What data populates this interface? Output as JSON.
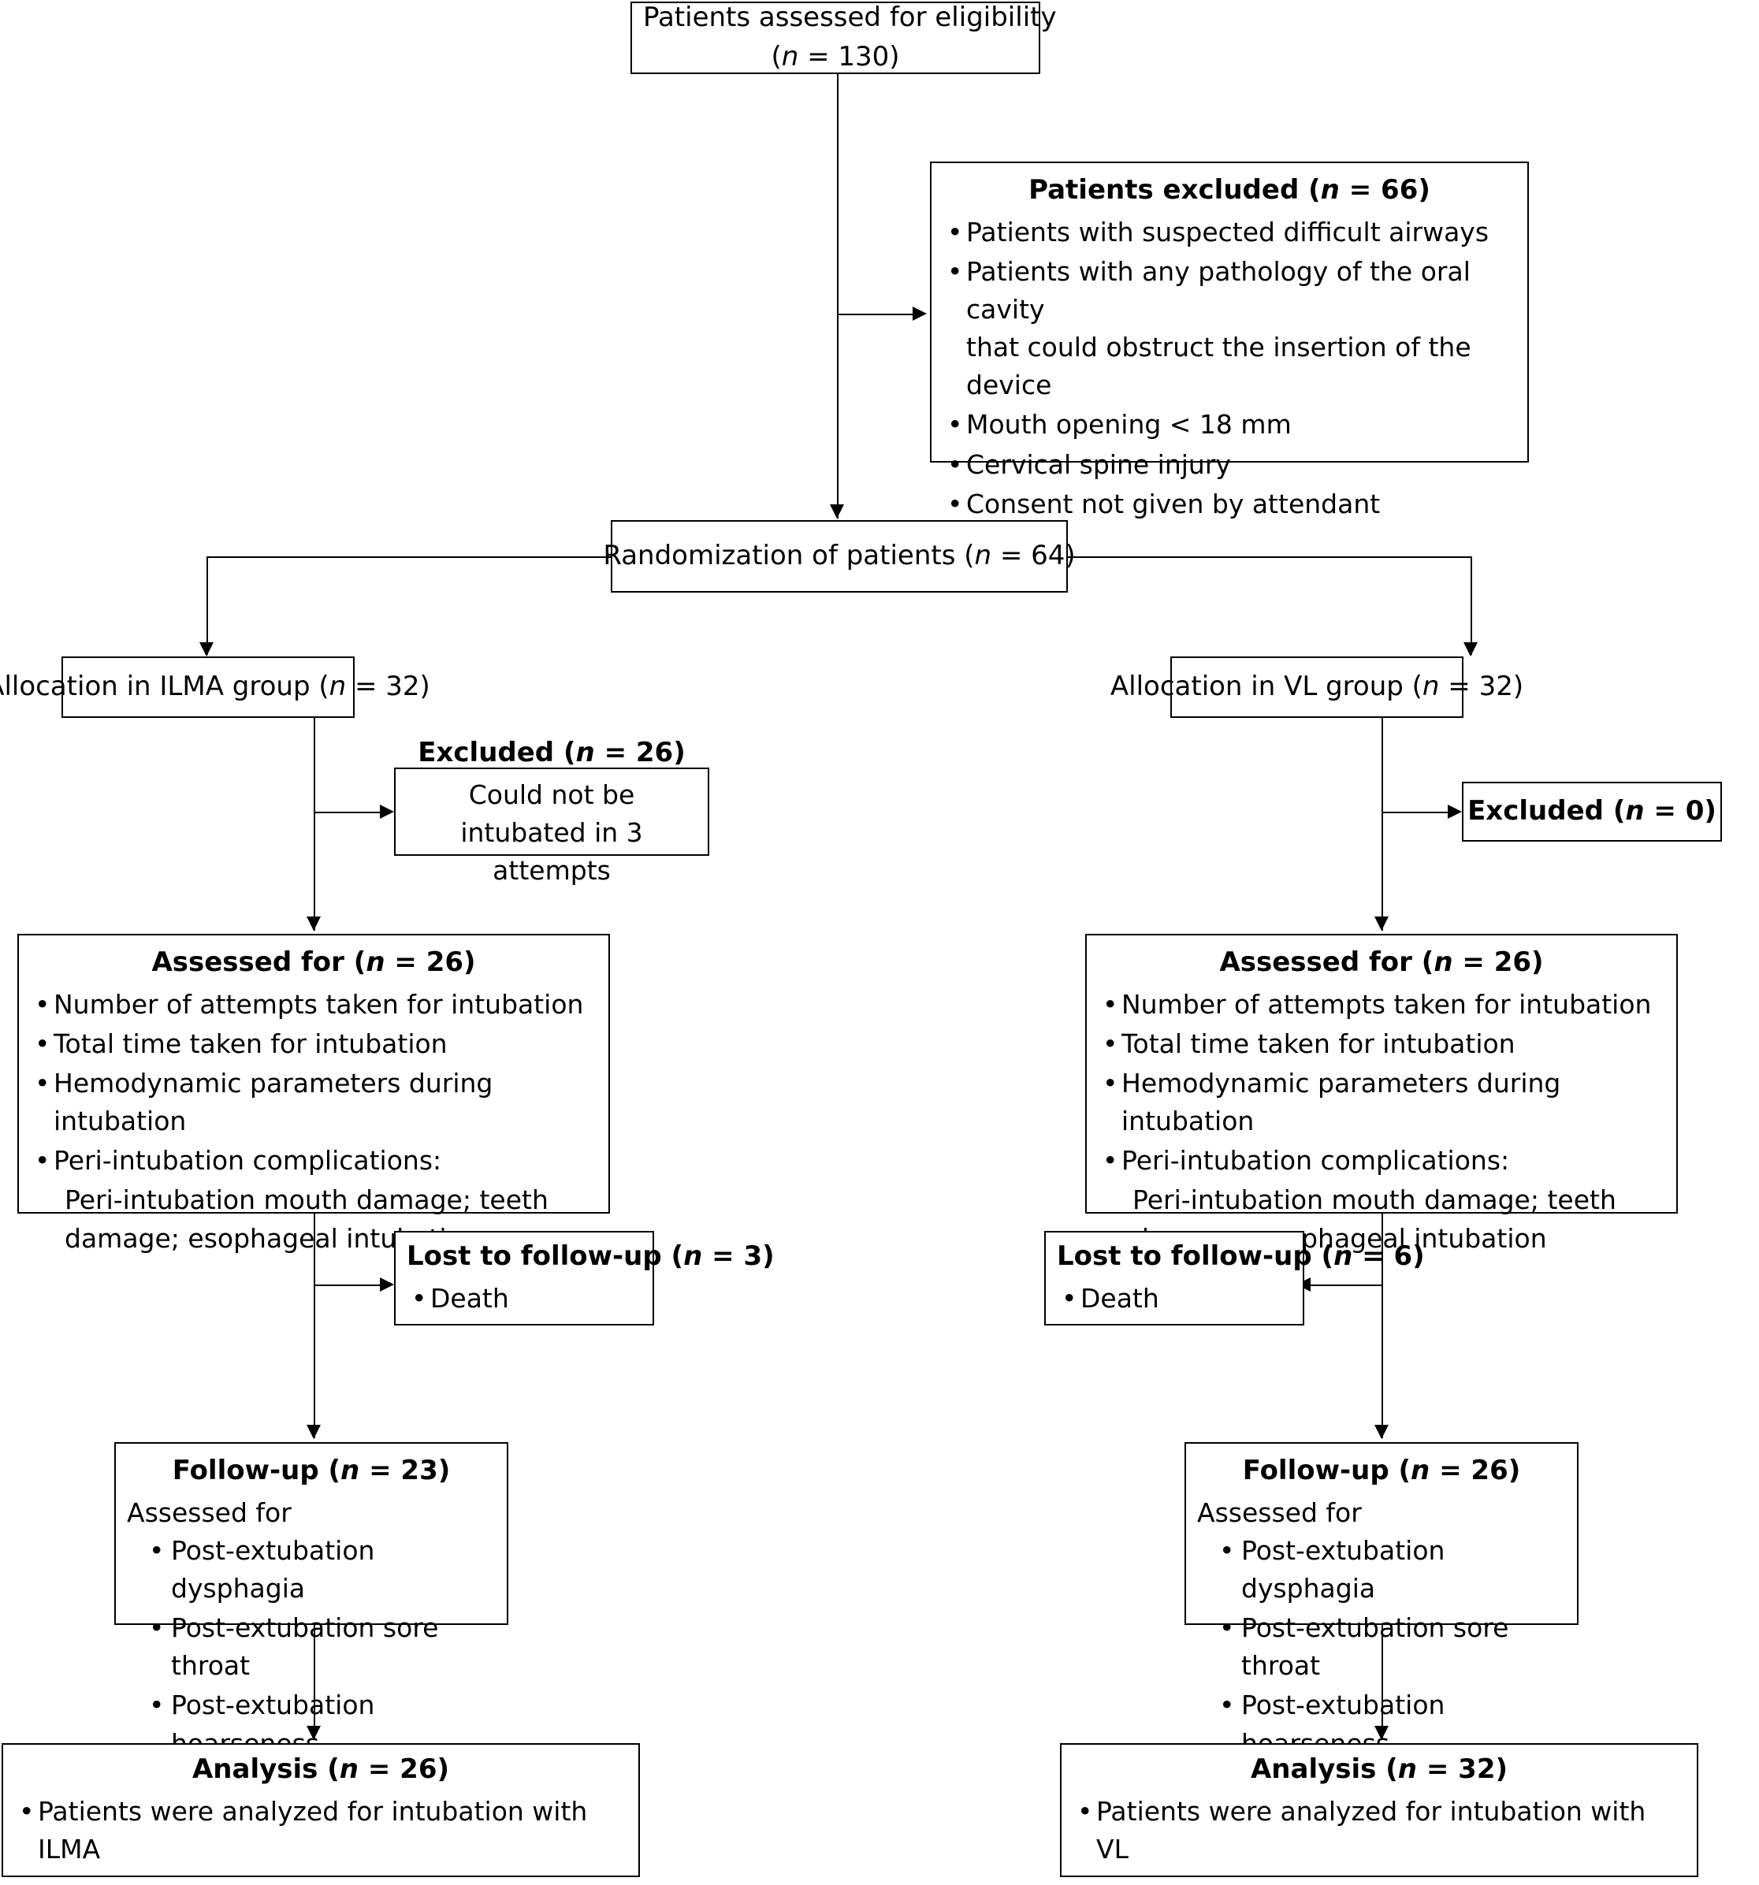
{
  "diagram": {
    "type": "CONSORT participant flow diagram",
    "nodes": {
      "eligibility": {
        "line1": "Patients assessed for eligibility",
        "line2_prefix": "(",
        "line2_n": "n",
        "line2_suffix": " = 130)"
      },
      "excluded_top": {
        "title_prefix": "Patients excluded (",
        "title_n": "n",
        "title_suffix": " = 66)",
        "items": [
          "Patients with suspected difficult airways",
          "Patients with any pathology of the oral cavity",
          "Mouth opening < 18 mm",
          "Cervical spine injury",
          "Consent not given by attendant"
        ],
        "item2_continuation": "that could obstruct the insertion of the device"
      },
      "randomization": {
        "text_prefix": "Randomization of patients (",
        "text_n": "n",
        "text_suffix": " = 64)"
      },
      "alloc_left": {
        "text_prefix": "Allocation in ILMA group (",
        "text_n": "n",
        "text_suffix": " = 32)"
      },
      "alloc_right": {
        "text_prefix": "Allocation in VL group (",
        "text_n": "n",
        "text_suffix": " = 32)"
      },
      "excluded_left": {
        "title_prefix": "Excluded (",
        "title_n": "n",
        "title_suffix": " = 26)",
        "body": "Could not be intubated in 3 attempts"
      },
      "excluded_right": {
        "title_prefix": "Excluded (",
        "title_n": "n",
        "title_suffix": " = 0)"
      },
      "assessed_left": {
        "title_prefix": "Assessed for (",
        "title_n": "n",
        "title_suffix": " = 26)",
        "items": [
          "Number of attempts taken for intubation",
          "Total time taken for intubation",
          "Hemodynamic parameters during intubation",
          "Peri-intubation complications:"
        ],
        "continuation_line1": "Peri-intubation mouth damage; teeth",
        "continuation_line2": "damage; esophageal intubation"
      },
      "assessed_right": {
        "title_prefix": "Assessed for (",
        "title_n": "n",
        "title_suffix": " = 26)",
        "items": [
          "Number of attempts taken for intubation",
          "Total time taken for intubation",
          "Hemodynamic parameters during intubation",
          "Peri-intubation complications:"
        ],
        "continuation_line1": "Peri-intubation mouth damage; teeth",
        "continuation_line2": "damage; esophageal intubation"
      },
      "lost_left": {
        "title_prefix": "Lost to follow-up (",
        "title_n": "n",
        "title_suffix": " = 3)",
        "items": [
          "Death"
        ]
      },
      "lost_right": {
        "title_prefix": "Lost to follow-up (",
        "title_n": "n",
        "title_suffix": " = 6)",
        "items": [
          "Death"
        ]
      },
      "followup_left": {
        "title_prefix": "Follow-up (",
        "title_n": "n",
        "title_suffix": " = 23)",
        "subtitle": "Assessed for",
        "items": [
          "Post-extubation dysphagia",
          "Post-extubation sore throat",
          "Post-extubation hoarseness"
        ]
      },
      "followup_right": {
        "title_prefix": "Follow-up (",
        "title_n": "n",
        "title_suffix": " = 26)",
        "subtitle": "Assessed for",
        "items": [
          "Post-extubation dysphagia",
          "Post-extubation sore throat",
          "Post-extubation hoarseness"
        ]
      },
      "analysis_left": {
        "title_prefix": "Analysis (",
        "title_n": "n",
        "title_suffix": " = 26)",
        "items": [
          "Patients were analyzed for intubation with ILMA"
        ]
      },
      "analysis_right": {
        "title_prefix": "Analysis (",
        "title_n": "n",
        "title_suffix": " = 32)",
        "items": [
          "Patients were analyzed for intubation with VL"
        ]
      }
    },
    "bullet_glyph": "•",
    "colors": {
      "stroke": "#000000",
      "fill": "#ffffff",
      "text": "#000000"
    }
  }
}
